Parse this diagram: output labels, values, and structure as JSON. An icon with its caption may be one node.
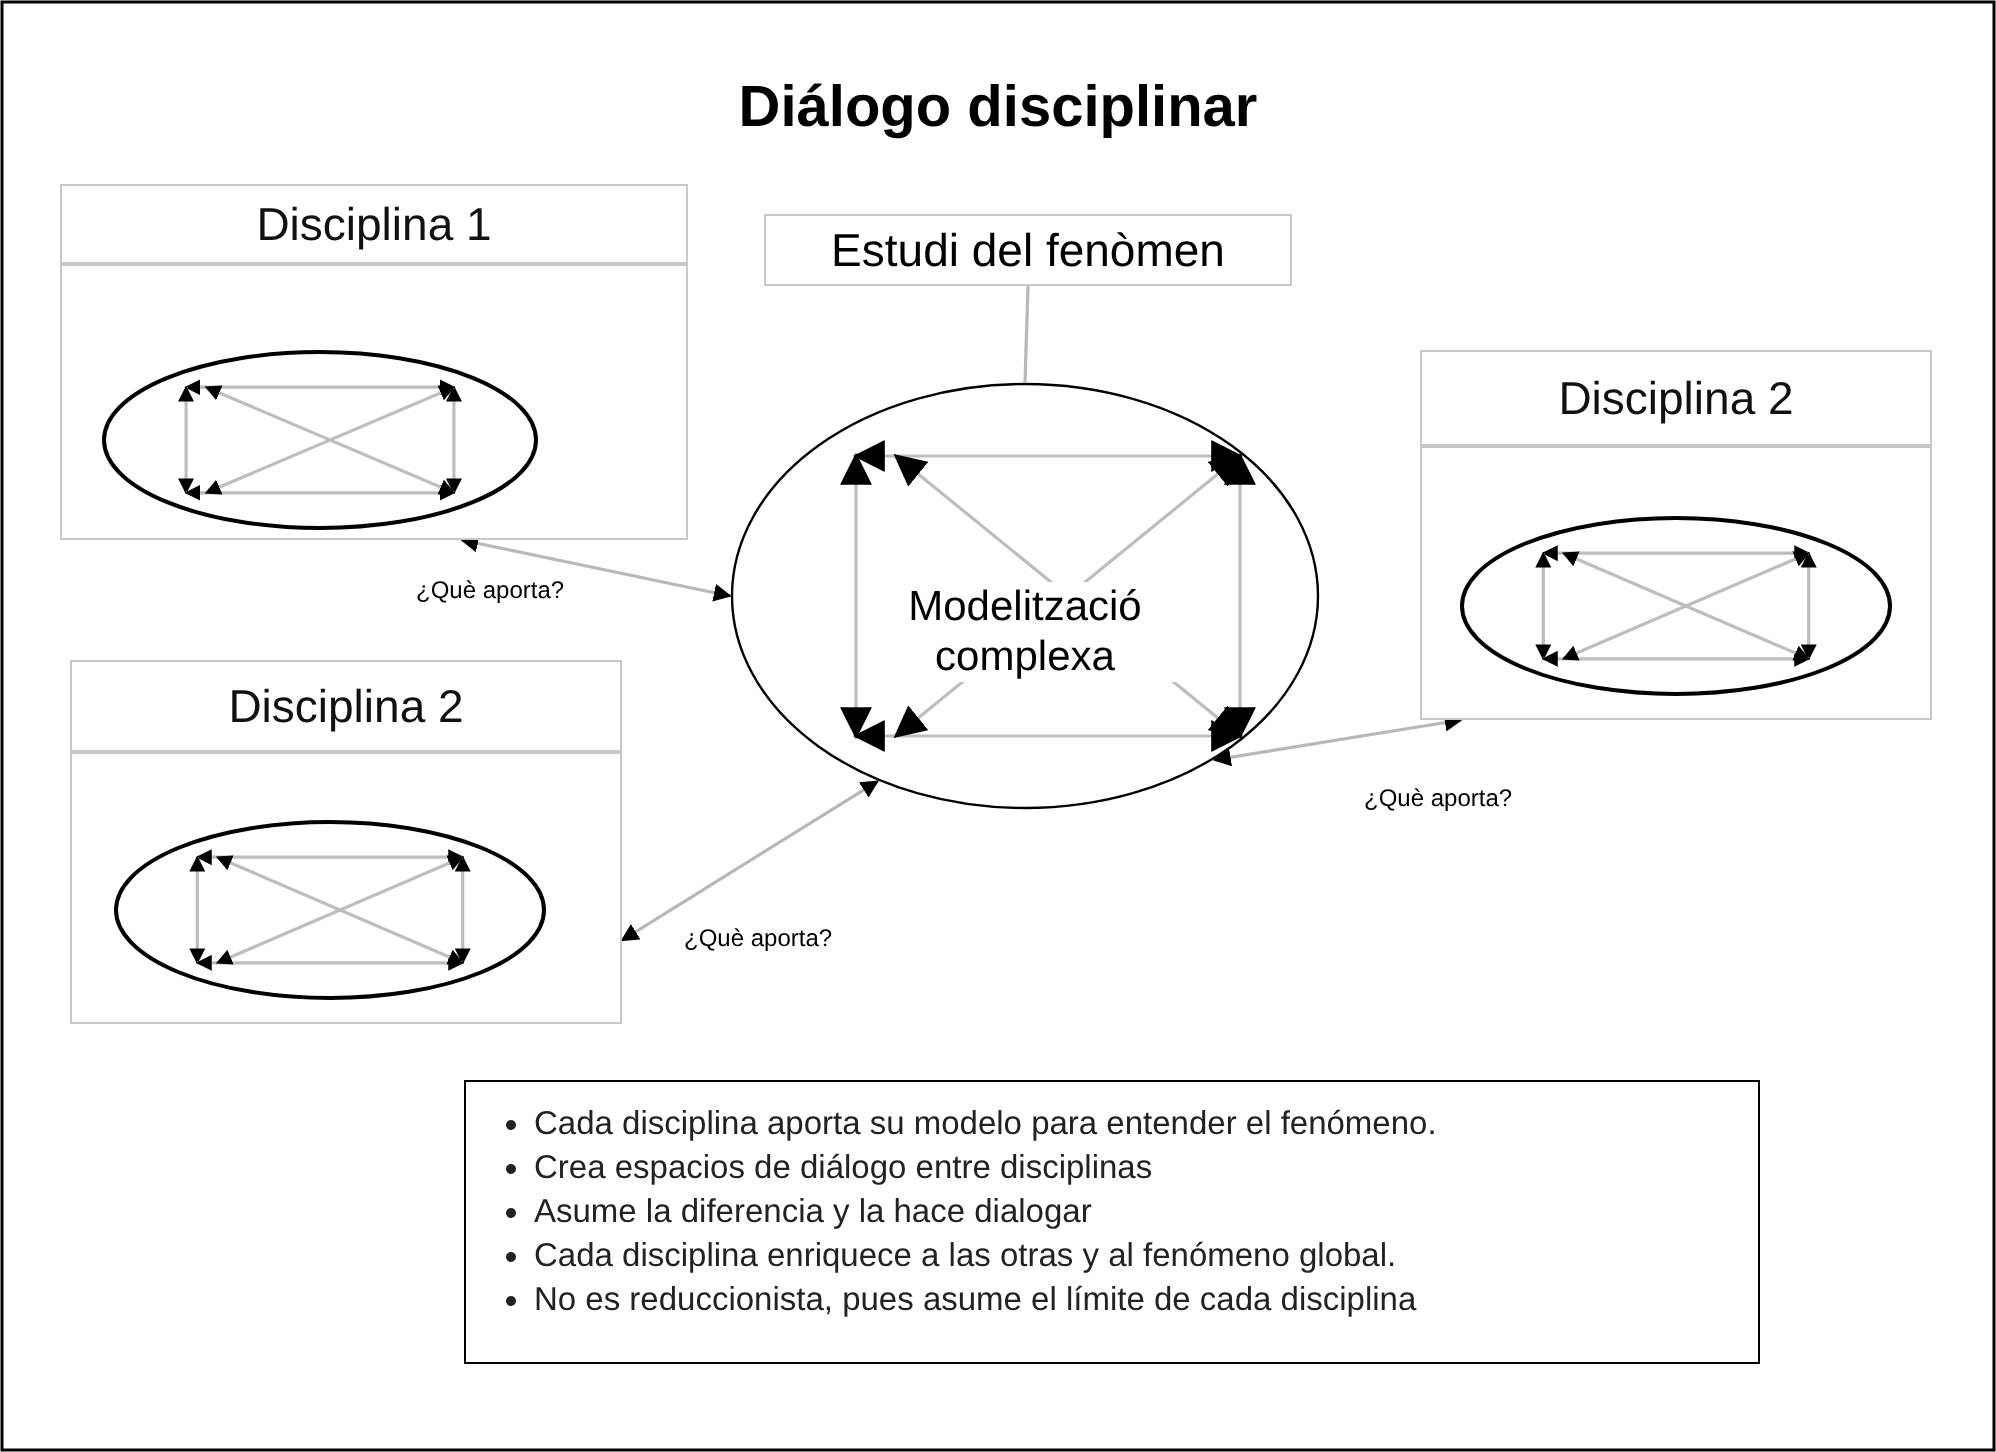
{
  "diagram": {
    "title": "Diálogo disciplinar",
    "nodes": [
      {
        "text": [
          "Disciplina 1"
        ]
      },
      {
        "text": [
          "Estudi del fenòmen"
        ]
      },
      {
        "text": [
          "Disciplina 2"
        ]
      },
      {
        "text": [
          "Modelització complexa"
        ]
      },
      {
        "text": [
          "Disciplina 2"
        ]
      },
      {
        "text": [
          "Cada disciplina aporta su modelo para entender el fenómeno.",
          "Crea espacios de diálogo entre disciplinas",
          "Asume la diferencia y la hace dialogar",
          "Cada disciplina enriquece a las otras y al fenómeno global.",
          "No es reduccionista, pues asume el límite de cada disciplina"
        ]
      }
    ],
    "edges": [
      {
        "from": 1,
        "to": 3,
        "arrow": "none"
      },
      {
        "from": 0,
        "to": 3,
        "arrow": "both",
        "label": "¿Què aporta?"
      },
      {
        "from": 2,
        "to": 3,
        "arrow": "both",
        "label": "¿Què aporta?"
      },
      {
        "from": 4,
        "to": 3,
        "arrow": "both",
        "label": "¿Què aporta?"
      }
    ]
  }
}
